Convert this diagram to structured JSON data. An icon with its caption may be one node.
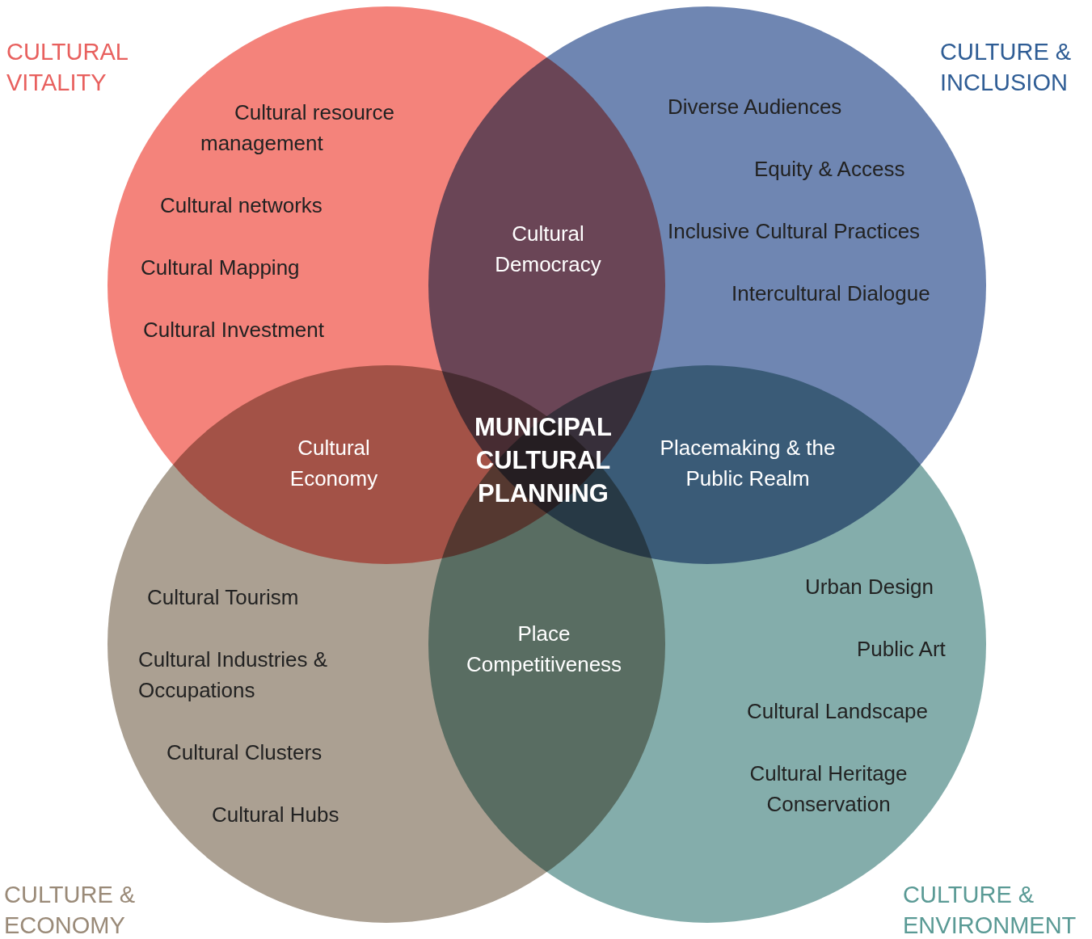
{
  "diagram": {
    "nodes": [
      {
        "text": [
          "CULTURAL VITALITY",
          "Cultural resource management",
          "Cultural networks",
          "Cultural Mapping",
          "Cultural Investment"
        ]
      },
      {
        "text": [
          "CULTURE & INCLUSION",
          "Diverse Audiences",
          "Equity & Access",
          "Inclusive Cultural Practices",
          "Intercultural Dialogue"
        ]
      },
      {
        "text": [
          "CULTURE & ECONOMY",
          "Cultural Tourism",
          "Cultural Industries & Occupations",
          "Cultural Clusters",
          "Cultural Hubs"
        ]
      },
      {
        "text": [
          "CULTURE & ENVIRONMENT",
          "Urban Design",
          "Public Art",
          "Cultural Landscape",
          "Cultural Heritage Conservation"
        ]
      }
    ],
    "labels": [
      "Cultural Democracy",
      "Cultural Economy",
      "MUNICIPAL CULTURAL PLANNING",
      "Placemaking & the Public Realm",
      "Place Competitiveness"
    ]
  }
}
